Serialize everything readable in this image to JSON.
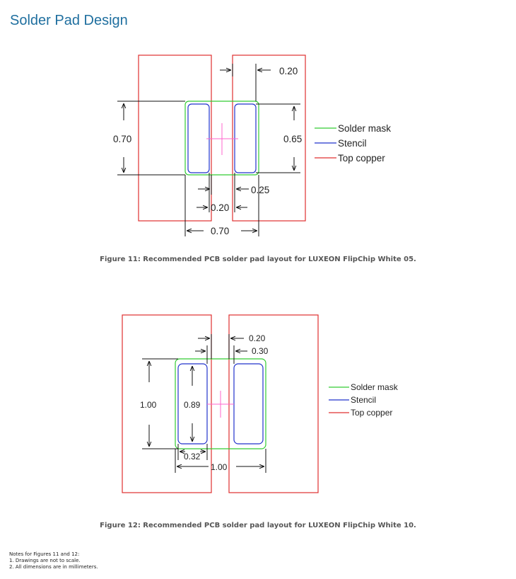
{
  "page": {
    "title": "Solder Pad Design"
  },
  "figure11": {
    "caption": "Figure 11: Recommended PCB solder pad layout for LUXEON FlipChip White 05.",
    "dims": {
      "top_right": "0.20",
      "left_height": "0.70",
      "right_height": "0.65",
      "inner_gap": "0.25",
      "pad_gap": "0.20",
      "bottom_width": "0.70"
    },
    "legend": {
      "solder_mask": "Solder mask",
      "stencil": "Stencil",
      "top_copper": "Top copper"
    }
  },
  "figure12": {
    "caption": "Figure 12: Recommended PCB solder pad layout for LUXEON FlipChip White 10.",
    "dims": {
      "top_gap": "0.20",
      "top_gap2": "0.30",
      "left_height": "1.00",
      "stencil_height": "0.89",
      "stencil_width": "0.32",
      "bottom_width": "1.00"
    },
    "legend": {
      "solder_mask": "Solder mask",
      "stencil": "Stencil",
      "top_copper": "Top copper"
    }
  },
  "notes": {
    "heading": "Notes for Figures 11 and 12:",
    "items": [
      "1.  Drawings are not to scale.",
      "2.  All dimensions are in millimeters."
    ]
  },
  "colors": {
    "title": "#1f6f9f",
    "solder_mask": "#33cc33",
    "stencil": "#2233cc",
    "top_copper": "#e03030",
    "center_mark": "#ff66cc"
  }
}
